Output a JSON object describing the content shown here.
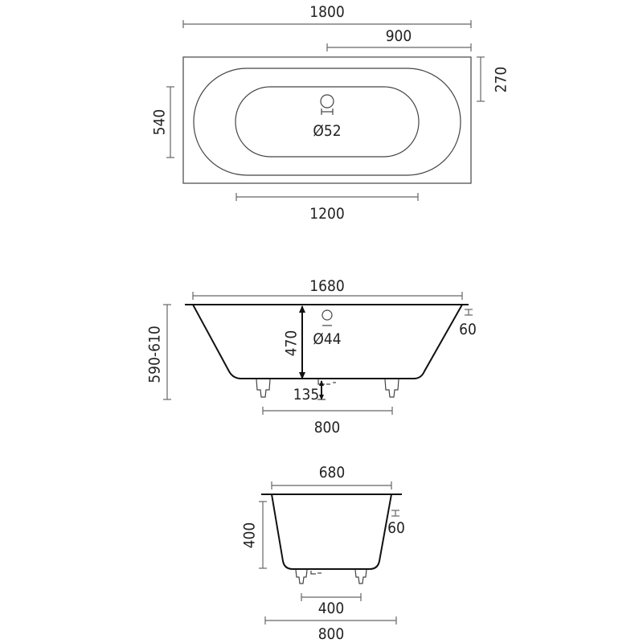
{
  "top_view": {
    "length": "1800",
    "half_length": "900",
    "rim": "270",
    "width": "540",
    "drain": "Ø52",
    "inner_length": "1200"
  },
  "side_view": {
    "top_length": "1680",
    "rim": "60",
    "total_height": "590-610",
    "depth": "470",
    "drain": "Ø44",
    "foot_height": "135",
    "foot_spacing": "800"
  },
  "end_view": {
    "top_width": "680",
    "rim": "60",
    "height": "400",
    "foot_spacing": "400",
    "base_width": "800"
  }
}
